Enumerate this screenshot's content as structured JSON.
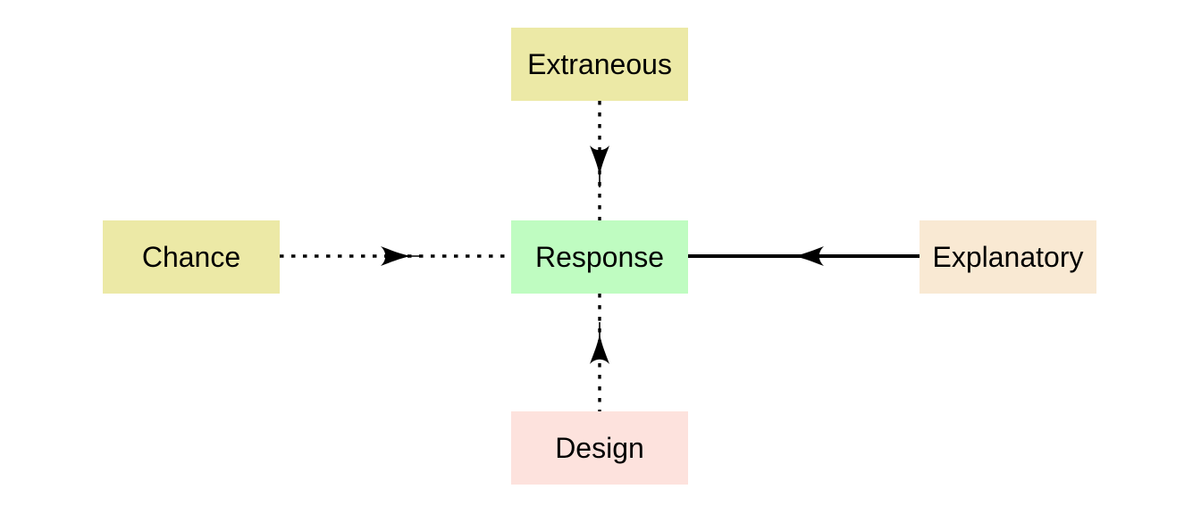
{
  "diagram": {
    "type": "flow-diagram",
    "nodes": [
      {
        "id": "extraneous",
        "label": "Extraneous",
        "fill": "#ece9a6",
        "position": "top"
      },
      {
        "id": "chance",
        "label": "Chance",
        "fill": "#ece9a6",
        "position": "left"
      },
      {
        "id": "response",
        "label": "Response",
        "fill": "#bffcc1",
        "position": "center"
      },
      {
        "id": "explanatory",
        "label": "Explanatory",
        "fill": "#f9e9d3",
        "position": "right"
      },
      {
        "id": "design",
        "label": "Design",
        "fill": "#fde2dd",
        "position": "bottom"
      }
    ],
    "edges": [
      {
        "from": "extraneous",
        "to": "response",
        "line_style": "dashed",
        "arrow_direction": "down"
      },
      {
        "from": "chance",
        "to": "response",
        "line_style": "dashed",
        "arrow_direction": "right"
      },
      {
        "from": "explanatory",
        "to": "response",
        "line_style": "solid",
        "arrow_direction": "left"
      },
      {
        "from": "design",
        "to": "response",
        "line_style": "dashed",
        "arrow_direction": "up"
      }
    ],
    "colors": {
      "line": "#000000",
      "text": "#000000",
      "background": "#ffffff"
    }
  }
}
